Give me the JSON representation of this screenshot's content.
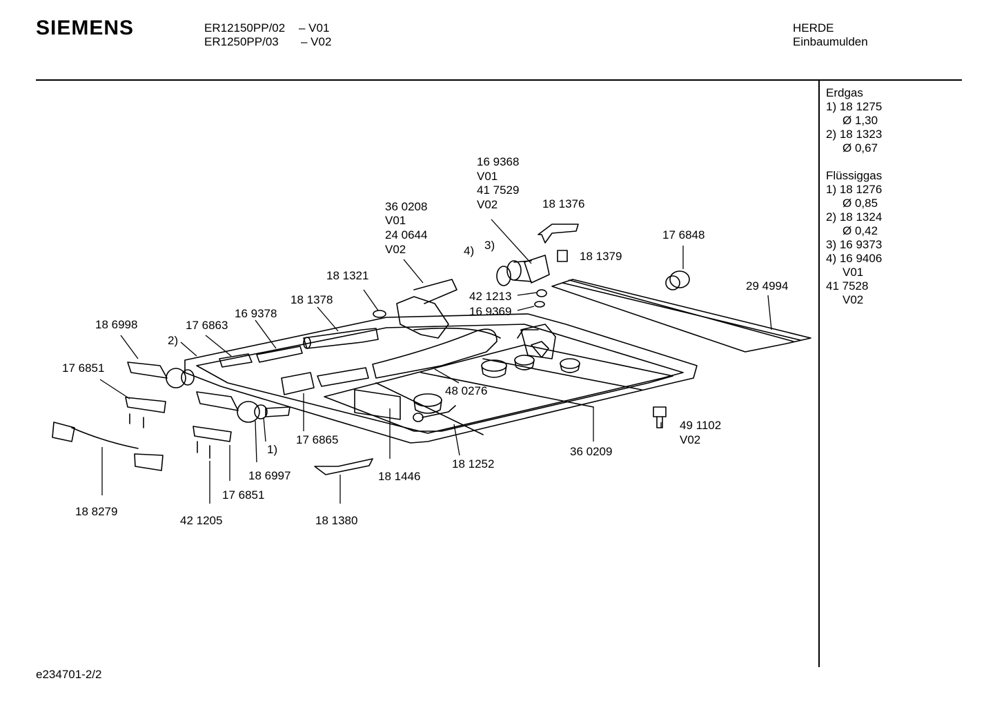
{
  "header": {
    "brand": "SIEMENS",
    "models": [
      {
        "code": "ER12150PP/02",
        "variant": "– V01"
      },
      {
        "code": "ER1250PP/03",
        "variant": "– V02"
      }
    ],
    "category": "HERDE",
    "subcategory": "Einbaumulden"
  },
  "footer": {
    "ref": "e234701-2/2"
  },
  "side_notes": {
    "erdgas_title": "Erdgas",
    "erdgas": [
      "1) 18 1275",
      "Ø 1,30",
      "2) 18 1323",
      "Ø 0,67"
    ],
    "fluessiggas_title": "Flüssiggas",
    "fluessiggas": [
      "1) 18 1276",
      "Ø 0,85",
      "2) 18 1324",
      "Ø 0,42",
      "3) 16 9373",
      "4) 16 9406",
      "V01",
      "41 7528",
      "V02"
    ]
  },
  "parts": {
    "p169368": "16 9368",
    "v01a": "V01",
    "p417529": "41 7529",
    "v02a": "V02",
    "p181376": "18 1376",
    "p360208": "36 0208",
    "v01b": "V01",
    "p240644": "24 0644",
    "v02b": "V02",
    "p176848": "17 6848",
    "m4": "4)",
    "m3": "3)",
    "p181379": "18 1379",
    "p181321": "18 1321",
    "p421213": "42 1213",
    "p294994": "29 4994",
    "p169369": "16 9369",
    "p181378": "18 1378",
    "p169378": "16 9378",
    "p186998": "18 6998",
    "p176863": "17 6863",
    "m2": "2)",
    "p176851a": "17 6851",
    "p480276": "48 0276",
    "p491102": "49 1102",
    "v02c": "V02",
    "p176865": "17 6865",
    "m1": "1)",
    "p360209": "36 0209",
    "p181252": "18 1252",
    "p186997": "18 6997",
    "p181446": "18 1446",
    "p176851b": "17 6851",
    "p188279": "18 8279",
    "p421205": "42 1205",
    "p181380": "18 1380"
  }
}
